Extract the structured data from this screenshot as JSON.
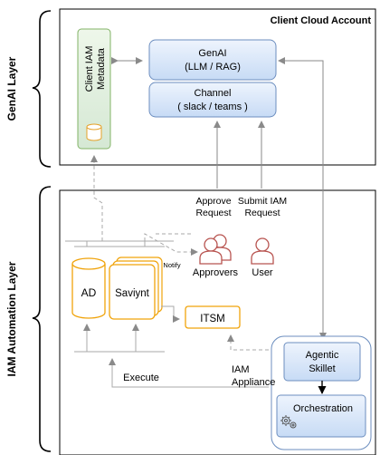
{
  "layers": {
    "genai": "GenAI Layer",
    "iam": "IAM Automation Layer"
  },
  "client_account": {
    "title": "Client Cloud Account"
  },
  "metadata": {
    "label": "Client IAM\nMetadata"
  },
  "genai_box": {
    "line1": "GenAI",
    "line2": "(LLM / RAG)"
  },
  "channel_box": {
    "line1": "Channel",
    "line2": "( slack / teams )"
  },
  "requests": {
    "approve_line1": "Approve",
    "approve_line2": "Request",
    "submit_line1": "Submit IAM",
    "submit_line2": "Request"
  },
  "notify": "Notify",
  "actors": {
    "approvers": "Approvers",
    "user": "User"
  },
  "systems": {
    "ad": "AD",
    "saviynt": "Saviynt",
    "itsm": "ITSM"
  },
  "execute": "Execute",
  "appliance": {
    "line1": "IAM",
    "line2": "Appliance",
    "agentic_line1": "Agentic",
    "agentic_line2": "Skillet",
    "orchestration": "Orchestration"
  },
  "colors": {
    "blue_fill": "#dae8fc",
    "blue_stroke": "#6c8ebf",
    "green_fill": "#d5e8d4",
    "green_stroke": "#82b366",
    "orange_stroke": "#f0a30a",
    "red_stroke": "#b85450",
    "arrow_gray": "#999999"
  }
}
